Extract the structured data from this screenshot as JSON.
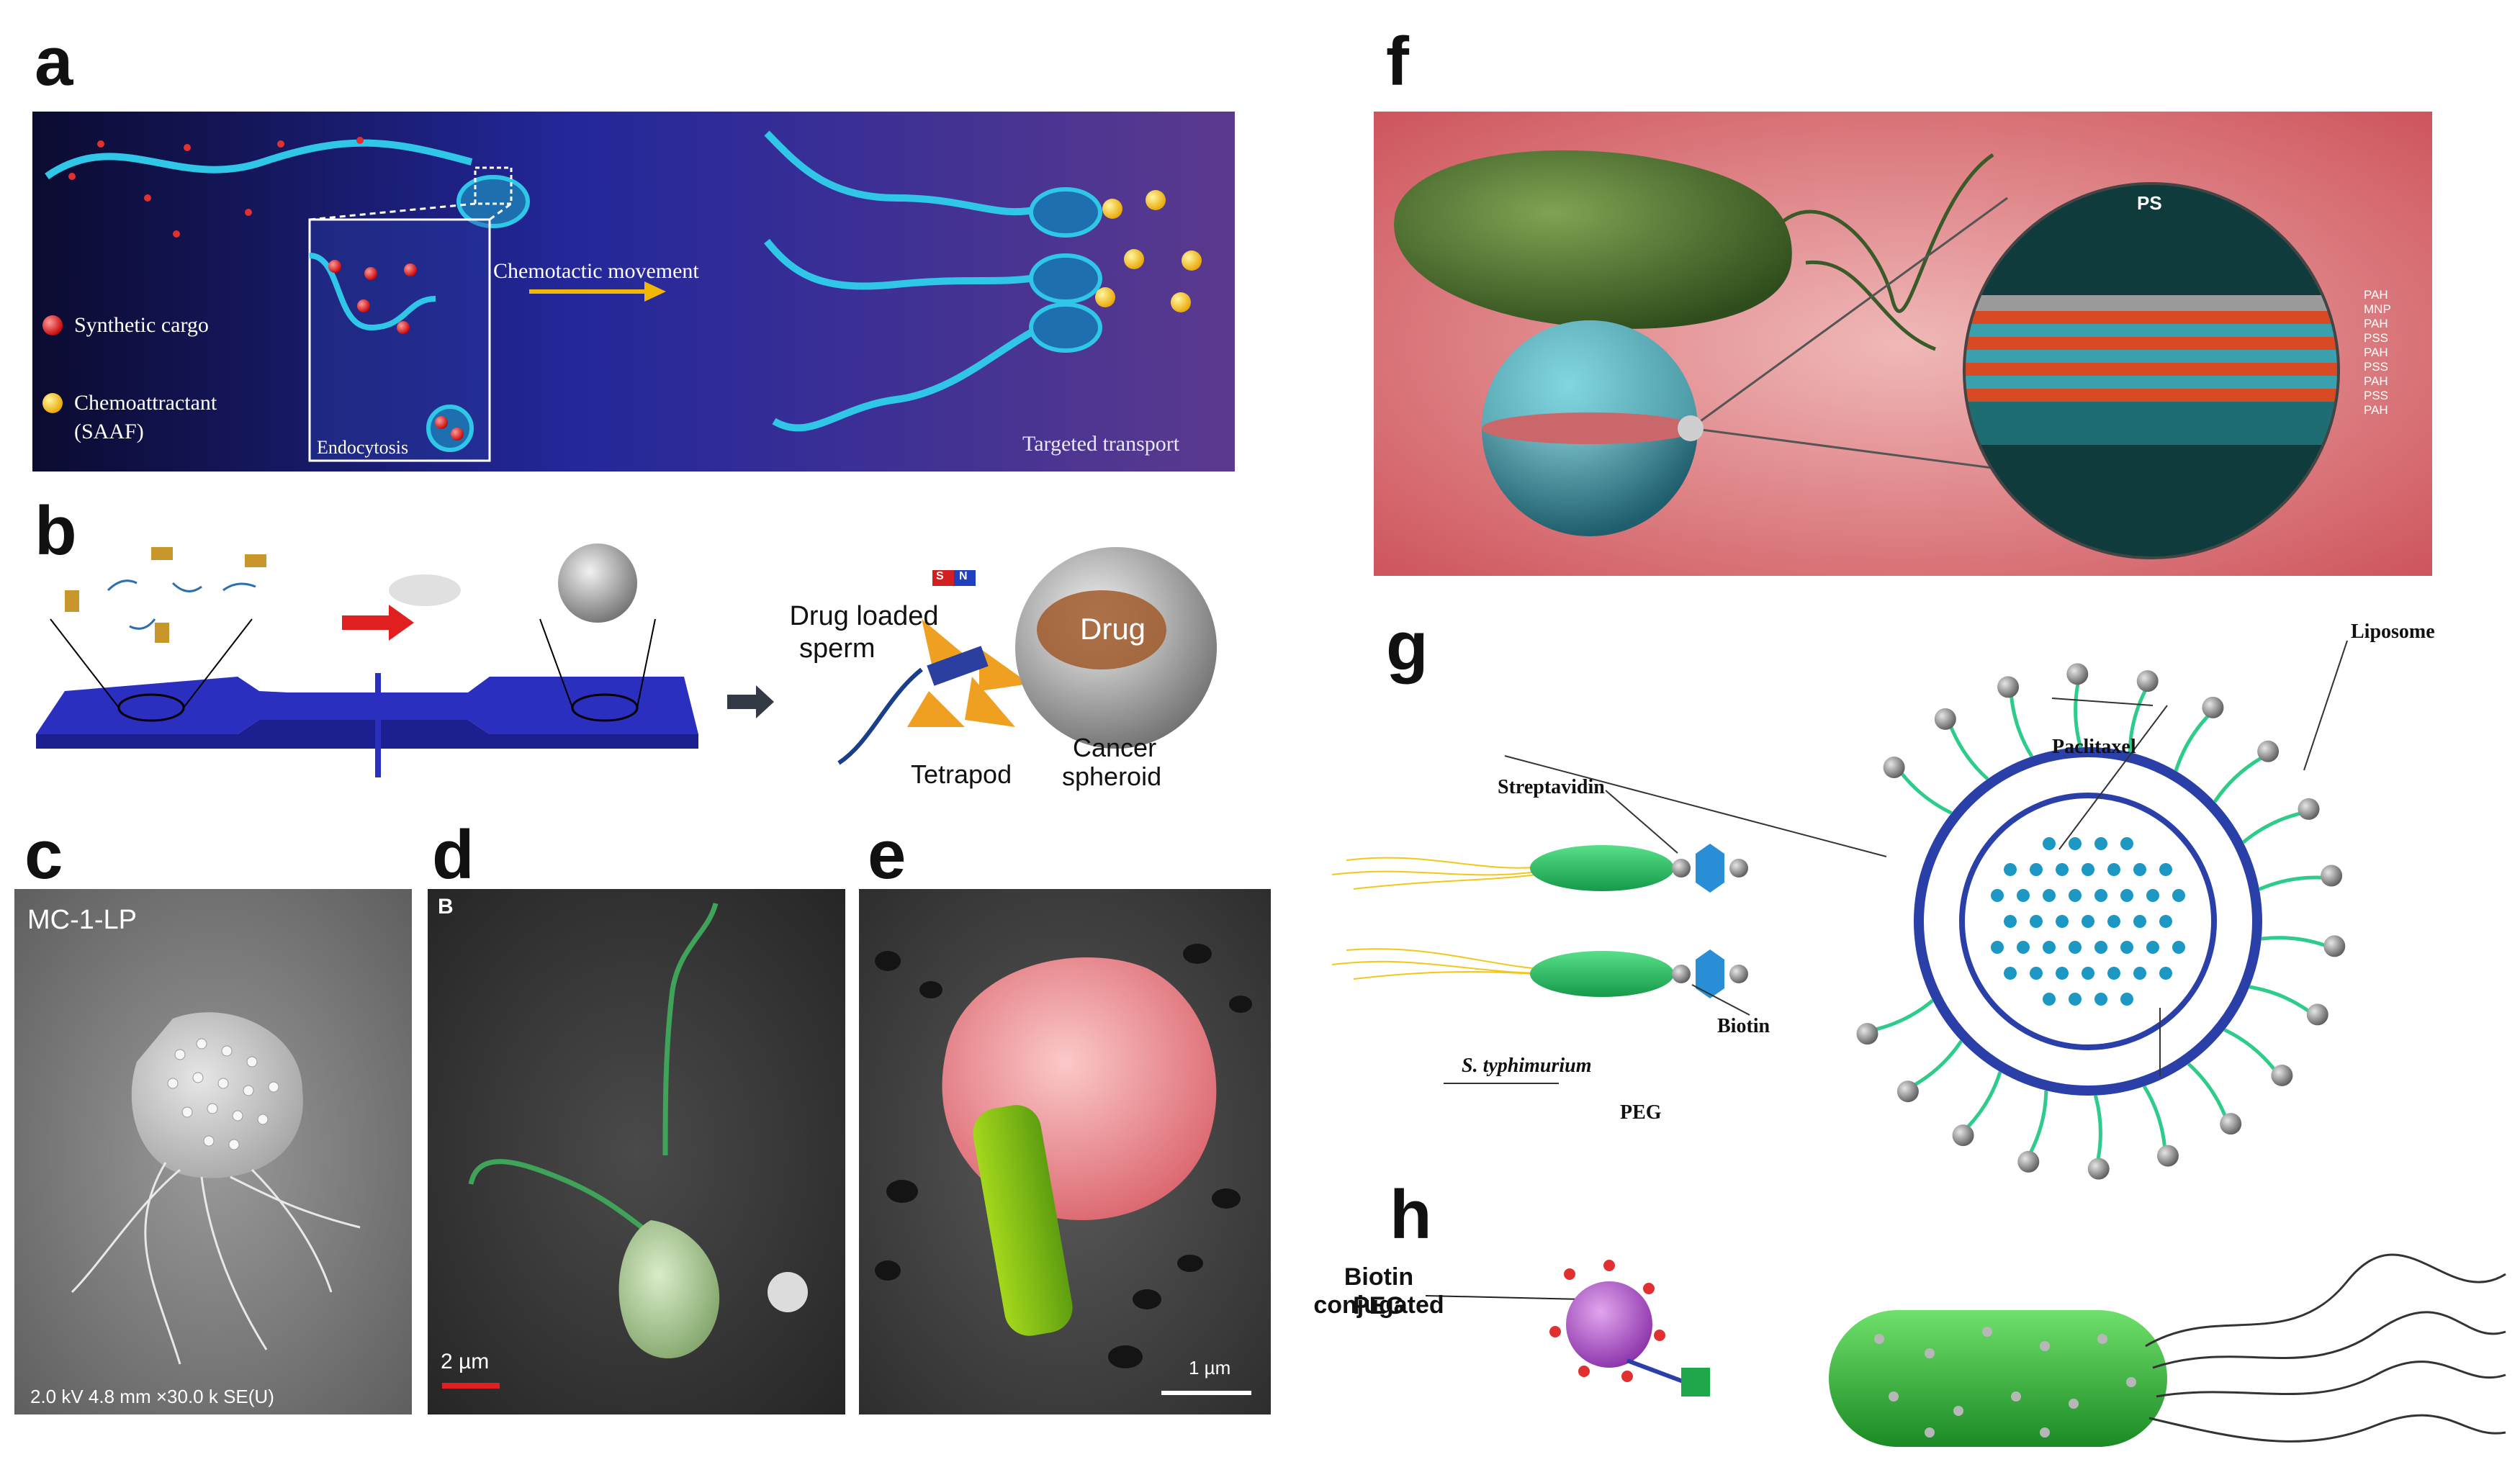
{
  "panels": {
    "a": {
      "label": "a",
      "legend_cargo": "Synthetic cargo",
      "legend_chemo_line1": "Chemoattractant",
      "legend_chemo_line2": "(SAAF)",
      "endocytosis": "Endocytosis",
      "chemotactic": "Chemotactic movement",
      "targeted": "Targeted transport"
    },
    "b": {
      "label": "b",
      "drug_loaded_line1": "Drug loaded",
      "drug_loaded_line2": "sperm",
      "drug": "Drug",
      "tetrapod": "Tetrapod",
      "cancer_line1": "Cancer",
      "cancer_line2": "spheroid",
      "magnet_s": "S",
      "magnet_n": "N"
    },
    "c": {
      "label": "c",
      "title": "MC-1-LP",
      "footer": "2.0 kV 4.8 mm ×30.0 k SE(U)"
    },
    "d": {
      "label": "d",
      "sub": "B",
      "scale": "2 µm"
    },
    "e": {
      "label": "e",
      "scale": "1 µm"
    },
    "f": {
      "label": "f",
      "ps": "PS",
      "layers": [
        "PAH",
        "MNP",
        "PAH",
        "PSS",
        "PAH",
        "PSS",
        "PAH",
        "PSS",
        "PAH"
      ]
    },
    "g": {
      "label": "g",
      "liposome": "Liposome",
      "paclitaxel": "Paclitaxel",
      "streptavidin": "Streptavidin",
      "biotin": "Biotin",
      "peg": "PEG",
      "bacterium": "S. typhimurium"
    },
    "h": {
      "label": "h",
      "biotin_line1": "Biotin conjugated",
      "biotin_line2": "PEG"
    }
  },
  "colors": {
    "panel_a_bg": "#2a2f8f",
    "panel_f_bg": "#d9595f",
    "liposome_blue": "#2a3fa8",
    "peg_green": "#2ecc8a",
    "bacteria_green": "#1fa84a"
  }
}
